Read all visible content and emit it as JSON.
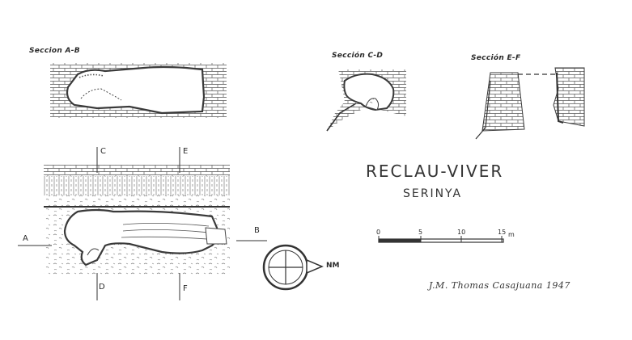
{
  "sections": {
    "ab_label": "Seccion A-B",
    "cd_label": "Sección C-D",
    "ef_label": "Sección E-F"
  },
  "cut_marks": {
    "a": "A",
    "b": "B",
    "c": "C",
    "d": "D",
    "e": "E",
    "f": "F"
  },
  "title": "RECLAU-VIVER",
  "subtitle": "SERINYA",
  "scale_bar": {
    "ticks": [
      "0",
      "5",
      "10",
      "15"
    ],
    "unit": "m"
  },
  "north": {
    "label": "NM"
  },
  "author": "J.M. Thomas Casajuana 1947",
  "colors": {
    "ink": "#3a3a3a",
    "paper": "#ffffff"
  }
}
